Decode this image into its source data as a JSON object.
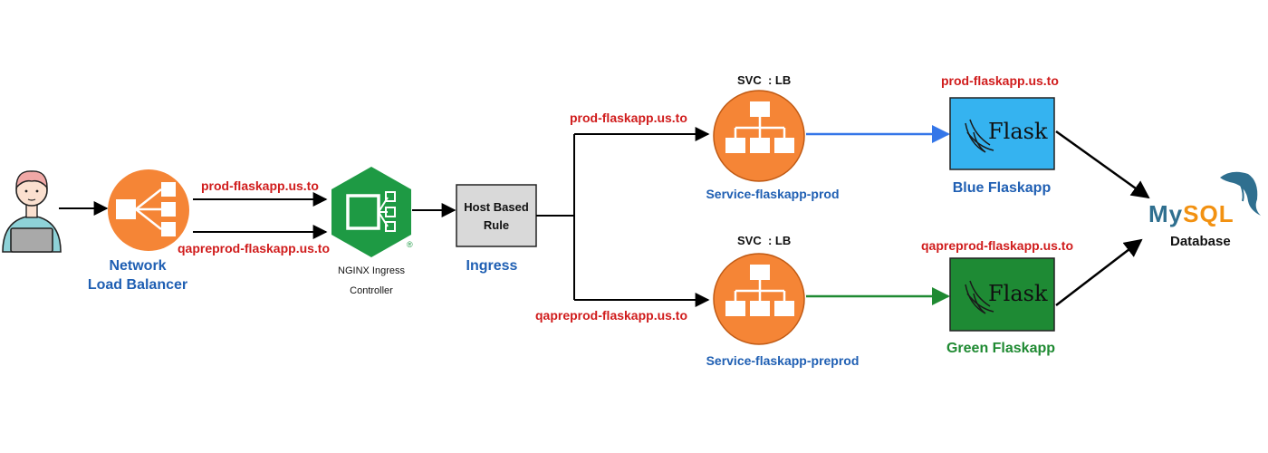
{
  "user": {
    "icon": "user-with-laptop-icon"
  },
  "nlb": {
    "label_line1": "Network",
    "label_line2": "Load Balancer",
    "icon": "load-balancer-icon",
    "color": "#f58536"
  },
  "routes_to_nginx": {
    "prod": "prod-flaskapp.us.to",
    "preprod": "qapreprod-flaskapp.us.to"
  },
  "nginx": {
    "label_line1": "NGINX Ingress",
    "label_line2": "Controller",
    "reg_mark": "®",
    "icon": "nginx-ingress-icon",
    "color": "#1e9a44"
  },
  "ingress": {
    "box_line1": "Host Based",
    "box_line2": "Rule",
    "label": "Ingress",
    "box_color": "#d9d9d9"
  },
  "routes_to_services": {
    "prod": "prod-flaskapp.us.to",
    "preprod": "qapreprod-flaskapp.us.to"
  },
  "service_prod": {
    "type_label": "SVC  : LB",
    "name": "Service-flaskapp-prod",
    "icon": "service-lb-icon"
  },
  "service_preprod": {
    "type_label": "SVC  : LB",
    "name": "Service-flaskapp-preprod",
    "icon": "service-lb-icon"
  },
  "flask_blue": {
    "host": "prod-flaskapp.us.to",
    "logo_text": "Flask",
    "label": "Blue Flaskapp",
    "color": "#35b3f0",
    "icon": "flask-logo-icon"
  },
  "flask_green": {
    "host": "qapreprod-flaskapp.us.to",
    "logo_text": "Flask",
    "label": "Green Flaskapp",
    "color": "#1e8a34",
    "icon": "flask-logo-icon"
  },
  "database": {
    "logo_text_my": "My",
    "logo_text_sql": "SQL",
    "label": "Database",
    "icon": "mysql-dolphin-icon"
  },
  "arrow_colors": {
    "default": "#000000",
    "prod": "#3476e8",
    "preprod": "#1f8a32"
  }
}
